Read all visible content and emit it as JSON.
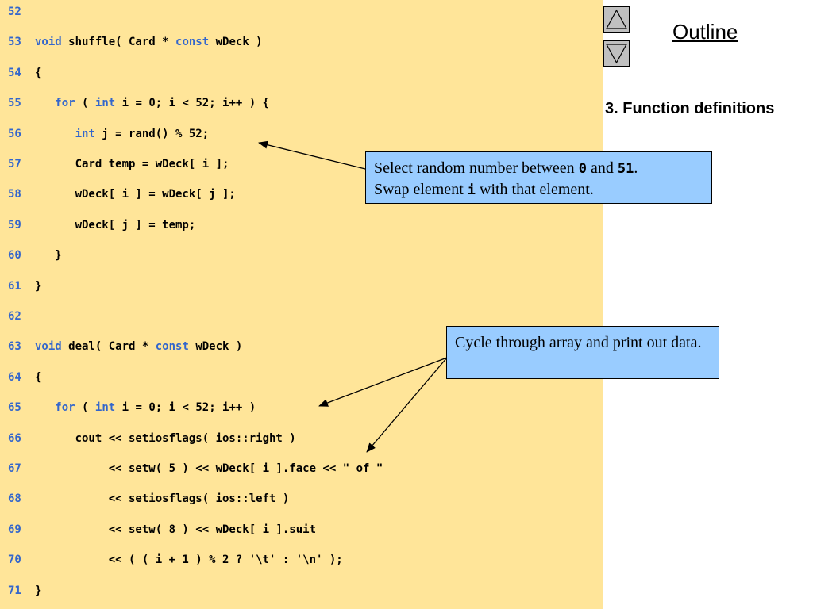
{
  "nav": {
    "up_icon": "triangle-up-icon",
    "down_icon": "triangle-down-icon",
    "outline_label": "Outline"
  },
  "section_label": "3. Function definitions",
  "code_lines": [
    {
      "num": "52",
      "parts": []
    },
    {
      "num": "53",
      "parts": [
        {
          "kw": true,
          "t": "void"
        },
        {
          "t": " shuffle( Card * "
        },
        {
          "kw": true,
          "t": "const"
        },
        {
          "t": " wDeck )"
        }
      ]
    },
    {
      "num": "54",
      "parts": [
        {
          "t": "{"
        }
      ]
    },
    {
      "num": "55",
      "parts": [
        {
          "t": "   "
        },
        {
          "kw": true,
          "t": "for"
        },
        {
          "t": " ( "
        },
        {
          "kw": true,
          "t": "int"
        },
        {
          "t": " i = 0; i < 52; i++ ) {"
        }
      ]
    },
    {
      "num": "56",
      "parts": [
        {
          "t": "      "
        },
        {
          "kw": true,
          "t": "int"
        },
        {
          "t": " j = rand() % 52;"
        }
      ]
    },
    {
      "num": "57",
      "parts": [
        {
          "t": "      Card temp = wDeck[ i ];"
        }
      ]
    },
    {
      "num": "58",
      "parts": [
        {
          "t": "      wDeck[ i ] = wDeck[ j ];"
        }
      ]
    },
    {
      "num": "59",
      "parts": [
        {
          "t": "      wDeck[ j ] = temp;"
        }
      ]
    },
    {
      "num": "60",
      "parts": [
        {
          "t": "   }"
        }
      ]
    },
    {
      "num": "61",
      "parts": [
        {
          "t": "}"
        }
      ]
    },
    {
      "num": "62",
      "parts": []
    },
    {
      "num": "63",
      "parts": [
        {
          "kw": true,
          "t": "void"
        },
        {
          "t": " deal( Card * "
        },
        {
          "kw": true,
          "t": "const"
        },
        {
          "t": " wDeck )"
        }
      ]
    },
    {
      "num": "64",
      "parts": [
        {
          "t": "{"
        }
      ]
    },
    {
      "num": "65",
      "parts": [
        {
          "t": "   "
        },
        {
          "kw": true,
          "t": "for"
        },
        {
          "t": " ( "
        },
        {
          "kw": true,
          "t": "int"
        },
        {
          "t": " i = 0; i < 52; i++ )"
        }
      ]
    },
    {
      "num": "66",
      "parts": [
        {
          "t": "      cout << setiosflags( ios::right )"
        }
      ]
    },
    {
      "num": "67",
      "parts": [
        {
          "t": "           << setw( 5 ) << wDeck[ i ].face << \" of \""
        }
      ]
    },
    {
      "num": "68",
      "parts": [
        {
          "t": "           << setiosflags( ios::left )"
        }
      ]
    },
    {
      "num": "69",
      "parts": [
        {
          "t": "           << setw( 8 ) << wDeck[ i ].suit"
        }
      ]
    },
    {
      "num": "70",
      "parts": [
        {
          "t": "           << ( ( i + 1 ) % 2 ? '\\t' : '\\n' );"
        }
      ]
    },
    {
      "num": "71",
      "parts": [
        {
          "t": "}"
        }
      ]
    }
  ],
  "callout1": {
    "line1_prefix": "Select random number between ",
    "val_low": "0",
    "line1_mid": " and ",
    "val_high": "51",
    "line1_end": ".",
    "line2_prefix": "Swap element ",
    "var_name": "i",
    "line2_end": " with that element."
  },
  "callout2": {
    "text": "Cycle through array and print out data."
  },
  "colors": {
    "code_background": "#ffe599",
    "keyword": "#3366cc",
    "callout_fill": "#99ccff",
    "nav_button": "#c0c0c0"
  }
}
